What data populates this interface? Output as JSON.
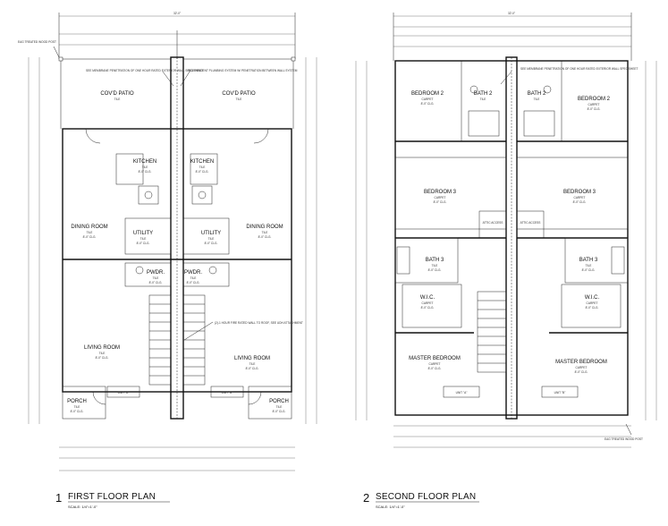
{
  "plans": [
    {
      "number": "1",
      "title": "FIRST FLOOR PLAN",
      "scale": "SCALE: 1/4\"=1'-0\"",
      "top_dim": "32'-0\"",
      "units": [
        "UNIT \"A\"",
        "UNIT \"B\""
      ],
      "rooms": [
        {
          "name": "COV'D PATIO",
          "sub": "TILE",
          "sub2": ""
        },
        {
          "name": "COV'D PATIO",
          "sub": "TILE",
          "sub2": ""
        },
        {
          "name": "KITCHEN",
          "sub": "TILE",
          "sub2": "8'-0\" CLG."
        },
        {
          "name": "KITCHEN",
          "sub": "TILE",
          "sub2": "8'-0\" CLG."
        },
        {
          "name": "DINING ROOM",
          "sub": "TILE",
          "sub2": "8'-0\" CLG."
        },
        {
          "name": "DINING ROOM",
          "sub": "TILE",
          "sub2": "8'-0\" CLG."
        },
        {
          "name": "UTILITY",
          "sub": "TILE",
          "sub2": "8'-0\" CLG."
        },
        {
          "name": "UTILITY",
          "sub": "TILE",
          "sub2": "8'-0\" CLG."
        },
        {
          "name": "PWDR.",
          "sub": "TILE",
          "sub2": "8'-0\" CLG."
        },
        {
          "name": "PWDR.",
          "sub": "TILE",
          "sub2": "8'-0\" CLG."
        },
        {
          "name": "LIVING ROOM",
          "sub": "TILE",
          "sub2": "8'-0\" CLG."
        },
        {
          "name": "LIVING ROOM",
          "sub": "TILE",
          "sub2": "8'-0\" CLG."
        },
        {
          "name": "PORCH",
          "sub": "TILE",
          "sub2": "8'-0\" CLG."
        },
        {
          "name": "PORCH",
          "sub": "TILE",
          "sub2": "8'-0\" CLG."
        }
      ],
      "notes": [
        "SEE MEMBRANE PENETRATION OF ONE HOUR RATED EXTERIOR WALL SPEC SHEET",
        "INDEPENDENT PLUMBING SYSTEM W/ PENETRATION BETWEEN WALL SYSTEM",
        "(2)-1 HOUR FIRE RATED WALL TO ROOF, SEE UDH ATTACHMENT",
        "EAG TREATED WOOD POST"
      ]
    },
    {
      "number": "2",
      "title": "SECOND FLOOR PLAN",
      "scale": "SCALE: 1/4\"=1'-0\"",
      "top_dim": "32'-0\"",
      "units": [
        "UNIT \"A\"",
        "UNIT \"B\""
      ],
      "rooms": [
        {
          "name": "BEDROOM 2",
          "sub": "CARPET",
          "sub2": "8'-0\" CLG."
        },
        {
          "name": "BEDROOM 2",
          "sub": "CARPET",
          "sub2": "8'-0\" CLG."
        },
        {
          "name": "BATH 2",
          "sub": "TILE",
          "sub2": ""
        },
        {
          "name": "BATH 2",
          "sub": "TILE",
          "sub2": ""
        },
        {
          "name": "BEDROOM 3",
          "sub": "CARPET",
          "sub2": "8'-0\" CLG."
        },
        {
          "name": "BEDROOM 3",
          "sub": "CARPET",
          "sub2": "8'-0\" CLG."
        },
        {
          "name": "BATH 3",
          "sub": "TILE",
          "sub2": "8'-0\" CLG."
        },
        {
          "name": "BATH 3",
          "sub": "TILE",
          "sub2": "8'-0\" CLG."
        },
        {
          "name": "W.I.C.",
          "sub": "CARPET",
          "sub2": "8'-0\" CLG."
        },
        {
          "name": "W.I.C.",
          "sub": "CARPET",
          "sub2": "8'-0\" CLG."
        },
        {
          "name": "MASTER BEDROOM",
          "sub": "CARPET",
          "sub2": "8'-0\" CLG."
        },
        {
          "name": "MASTER BEDROOM",
          "sub": "CARPET",
          "sub2": "8'-0\" CLG."
        },
        {
          "name": "ATTIC ACCESS",
          "sub": "",
          "sub2": ""
        },
        {
          "name": "ATTIC ACCESS",
          "sub": "",
          "sub2": ""
        }
      ],
      "notes": [
        "SEE MEMBRANE PENETRATION OF ONE HOUR RATED EXTERIOR WALL SPEC SHEET",
        "EAG TREATED WOOD POST"
      ]
    }
  ]
}
